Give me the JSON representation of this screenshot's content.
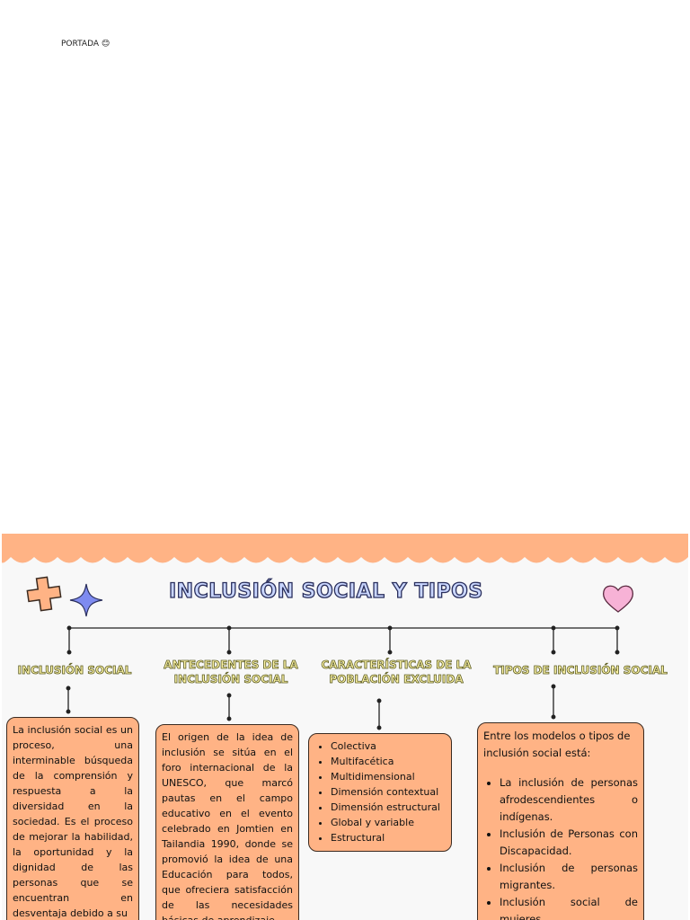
{
  "page": {
    "label": "PORTADA 😊"
  },
  "map": {
    "title": "INCLUSIÓN SOCIAL Y TIPOS",
    "colors": {
      "band": "#ffb385",
      "box": "#ffb385",
      "title_fill": "#c9d6ff",
      "heading_fill": "#fff6a8"
    },
    "decorations": [
      "plus-icon",
      "sparkle-star-icon",
      "heart-icon"
    ],
    "branches": [
      {
        "heading": "INCLUSIÓN SOCIAL",
        "text": "La inclusión social es un proceso, una interminable búsqueda de la comprensión y respuesta a la diversidad en la sociedad. Es el proceso de mejorar la habilidad, la oportunidad y la dignidad de las personas que se encuentran en desventaja debido a su"
      },
      {
        "heading": "ANTECEDENTES DE LA INCLUSIÓN SOCIAL",
        "text": "El origen de la idea de inclusión se sitúa en el foro internacional de la UNESCO, que marcó pautas en el campo educativo en el evento celebrado en Jomtien en Tailandia 1990, donde se promovió la idea de una Educación para todos, que ofreciera satisfacción de las necesidades básicas de aprendizaje"
      },
      {
        "heading": "CARACTERÍSTICAS DE LA POBLACIÓN EXCLUIDA",
        "items": [
          "Colectiva",
          "Multifacética",
          "Multidimensional",
          "Dimensión contextual",
          "Dimensión estructural",
          "Global y variable",
          "Estructural"
        ]
      },
      {
        "heading": "TIPOS DE INCLUSIÓN SOCIAL",
        "intro": "Entre los modelos o tipos de inclusión social está:",
        "items": [
          "La inclusión de personas afrodescendientes o indígenas.",
          "Inclusión de Personas con Discapacidad.",
          "Inclusión de personas migrantes.",
          "Inclusión social de mujeres."
        ]
      }
    ]
  }
}
